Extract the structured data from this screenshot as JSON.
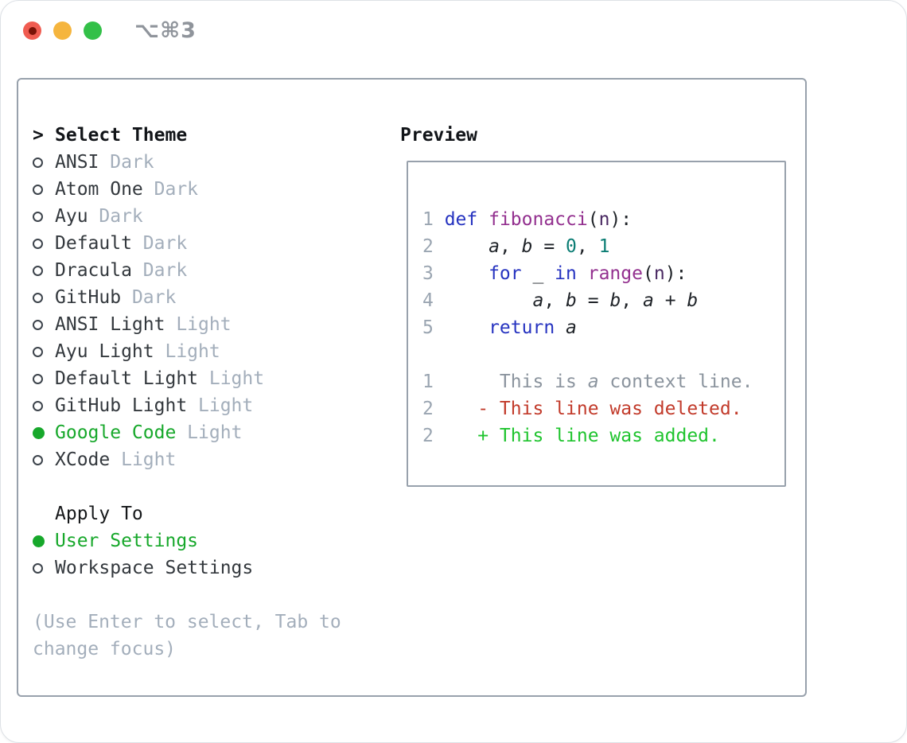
{
  "window": {
    "title": "⌥⌘3",
    "traffic_lights": [
      "close",
      "minimize",
      "zoom"
    ]
  },
  "theme_list": {
    "header": "Select Theme",
    "prompt": ">",
    "items": [
      {
        "name": "ANSI",
        "tag": "Dark",
        "selected": false
      },
      {
        "name": "Atom One",
        "tag": "Dark",
        "selected": false
      },
      {
        "name": "Ayu",
        "tag": "Dark",
        "selected": false
      },
      {
        "name": "Default",
        "tag": "Dark",
        "selected": false
      },
      {
        "name": "Dracula",
        "tag": "Dark",
        "selected": false
      },
      {
        "name": "GitHub",
        "tag": "Dark",
        "selected": false
      },
      {
        "name": "ANSI Light",
        "tag": "Light",
        "selected": false
      },
      {
        "name": "Ayu Light",
        "tag": "Light",
        "selected": false
      },
      {
        "name": "Default Light",
        "tag": "Light",
        "selected": false
      },
      {
        "name": "GitHub Light",
        "tag": "Light",
        "selected": false
      },
      {
        "name": "Google Code",
        "tag": "Light",
        "selected": true
      },
      {
        "name": "XCode",
        "tag": "Light",
        "selected": false
      }
    ]
  },
  "apply_to": {
    "header": "Apply To",
    "items": [
      {
        "name": "User Settings",
        "selected": true
      },
      {
        "name": "Workspace Settings",
        "selected": false
      }
    ]
  },
  "hint": "(Use Enter to select, Tab to change focus)",
  "preview": {
    "label": "Preview",
    "lines": [
      {
        "num": "1",
        "tokens": [
          [
            "kw",
            "def"
          ],
          [
            "pln",
            " "
          ],
          [
            "fn",
            "fibonacci"
          ],
          [
            "pln",
            "("
          ],
          [
            "pm",
            "n"
          ],
          [
            "pln",
            "):"
          ]
        ]
      },
      {
        "num": "2",
        "tokens": [
          [
            "pln",
            "    "
          ],
          [
            "var",
            "a"
          ],
          [
            "pln",
            ", "
          ],
          [
            "var",
            "b"
          ],
          [
            "pln",
            " = "
          ],
          [
            "lit",
            "0"
          ],
          [
            "pln",
            ", "
          ],
          [
            "lit",
            "1"
          ]
        ]
      },
      {
        "num": "3",
        "tokens": [
          [
            "pln",
            "    "
          ],
          [
            "kw",
            "for"
          ],
          [
            "pln",
            " _ "
          ],
          [
            "kw",
            "in"
          ],
          [
            "pln",
            " "
          ],
          [
            "fn",
            "range"
          ],
          [
            "pln",
            "("
          ],
          [
            "pm",
            "n"
          ],
          [
            "pln",
            "):"
          ]
        ]
      },
      {
        "num": "4",
        "tokens": [
          [
            "pln",
            "        "
          ],
          [
            "var",
            "a"
          ],
          [
            "pln",
            ", "
          ],
          [
            "var",
            "b"
          ],
          [
            "pln",
            " = "
          ],
          [
            "var",
            "b"
          ],
          [
            "pln",
            ", "
          ],
          [
            "var",
            "a"
          ],
          [
            "pln",
            " + "
          ],
          [
            "var",
            "b"
          ]
        ]
      },
      {
        "num": "5",
        "tokens": [
          [
            "pln",
            "    "
          ],
          [
            "kw",
            "return"
          ],
          [
            "pln",
            " "
          ],
          [
            "var",
            "a"
          ]
        ]
      },
      {
        "num": "",
        "tokens": []
      },
      {
        "num": "1",
        "tokens": [
          [
            "ctx",
            "     This is "
          ],
          [
            "ctxi",
            "a"
          ],
          [
            "ctx",
            " context line."
          ]
        ]
      },
      {
        "num": "2",
        "tokens": [
          [
            "del",
            "   - This line was deleted."
          ]
        ]
      },
      {
        "num": "2",
        "tokens": [
          [
            "add",
            "   + This line was added."
          ]
        ]
      }
    ]
  },
  "colors": {
    "accent_green": "#17a82b",
    "added_green": "#1fc42e",
    "deleted_red": "#c23b2b",
    "keyword_blue": "#2633c0",
    "function_purple": "#93308f",
    "parameter_purple": "#4a2962",
    "literal_teal": "#0b7d74",
    "line_number_gray": "#9aa5b1",
    "muted_gray": "#a3aebb",
    "context_gray": "#8b949e",
    "panel_border": "#98a1ac",
    "traffic_red": "#f05c51",
    "traffic_yellow": "#f5b53e",
    "traffic_green": "#33c048"
  }
}
